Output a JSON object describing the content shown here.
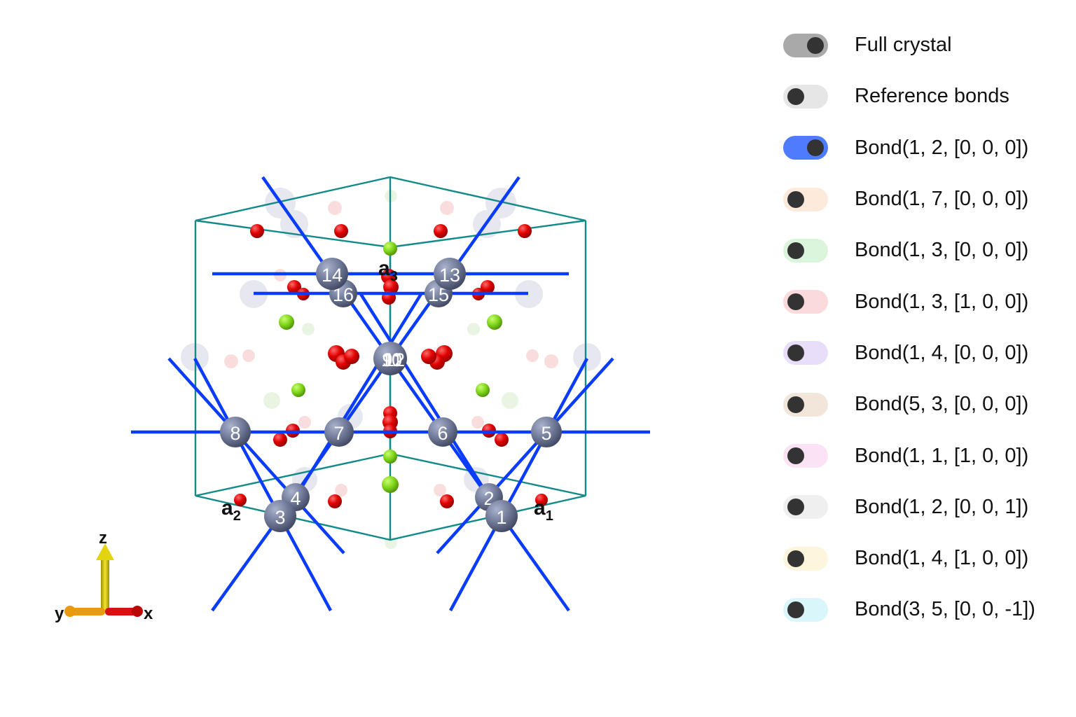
{
  "legend": [
    {
      "label": "Full crystal",
      "on": true,
      "color": "#a9a9a9"
    },
    {
      "label": "Reference bonds",
      "on": false,
      "color": "#e6e6e6"
    },
    {
      "label": "Bond(1, 2, [0, 0, 0])",
      "on": true,
      "color": "#4f7cff"
    },
    {
      "label": "Bond(1, 7, [0, 0, 0])",
      "on": false,
      "color": "#fdeadb"
    },
    {
      "label": "Bond(1, 3, [0, 0, 0])",
      "on": false,
      "color": "#daf5dc"
    },
    {
      "label": "Bond(1, 3, [1, 0, 0])",
      "on": false,
      "color": "#fbdadc"
    },
    {
      "label": "Bond(1, 4, [0, 0, 0])",
      "on": false,
      "color": "#e8defa"
    },
    {
      "label": "Bond(5, 3, [0, 0, 0])",
      "on": false,
      "color": "#f2e6da"
    },
    {
      "label": "Bond(1, 1, [1, 0, 0])",
      "on": false,
      "color": "#fbe3f5"
    },
    {
      "label": "Bond(1, 2, [0, 0, 1])",
      "on": false,
      "color": "#efefef"
    },
    {
      "label": "Bond(1, 4, [1, 0, 0])",
      "on": false,
      "color": "#fdf5dc"
    },
    {
      "label": "Bond(3, 5, [0, 0, -1])",
      "on": false,
      "color": "#d9f6fb"
    }
  ],
  "lattice_labels": {
    "a1": {
      "main": "a",
      "sub": "1"
    },
    "a2": {
      "main": "a",
      "sub": "2"
    },
    "a3": {
      "main": "a",
      "sub": "3"
    }
  },
  "axes": {
    "x": "x",
    "y": "y",
    "z": "z"
  },
  "atom_numbers": [
    "1",
    "2",
    "3",
    "4",
    "5",
    "6",
    "7",
    "8",
    "9",
    "10",
    "11",
    "12",
    "13",
    "14",
    "15",
    "16"
  ],
  "colors": {
    "bond": "#0a3cff",
    "cell": "#128a8a",
    "metal_atom": "#6f7896",
    "oxygen": "#e00000",
    "green_atom": "#7ed319",
    "ghost": "#c8cbdd",
    "axis_x": "#d81010",
    "axis_y": "#e89a10",
    "axis_z": "#e3d410"
  }
}
